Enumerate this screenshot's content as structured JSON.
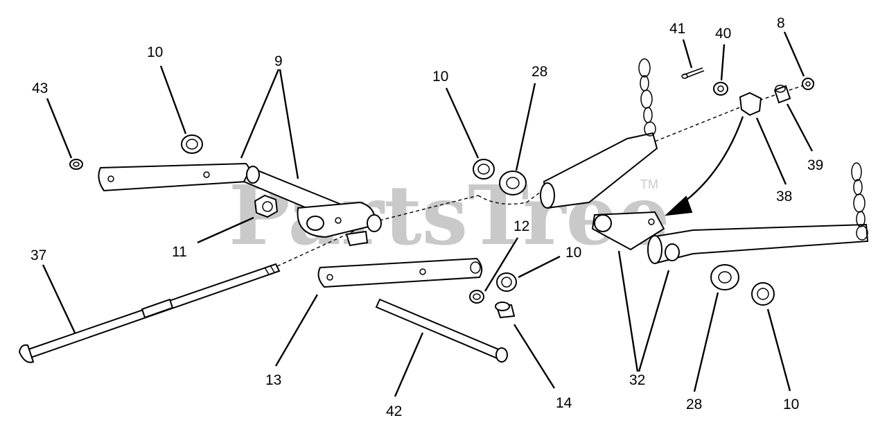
{
  "watermark": {
    "text": "PartsTree",
    "trademark": "TM"
  },
  "callouts": {
    "c43": "43",
    "c10_left": "10",
    "c9": "9",
    "c11": "11",
    "c37": "37",
    "c13": "13",
    "c42": "42",
    "c10_center": "10",
    "c28_center": "28",
    "c12": "12",
    "c10_mid": "10",
    "c14": "14",
    "c41": "41",
    "c40": "40",
    "c8": "8",
    "c38": "38",
    "c39": "39",
    "c32": "32",
    "c28_bottom": "28",
    "c10_bottom": "10"
  },
  "colors": {
    "line": "#000000",
    "watermark": "#c9c9c9",
    "background": "#ffffff"
  }
}
